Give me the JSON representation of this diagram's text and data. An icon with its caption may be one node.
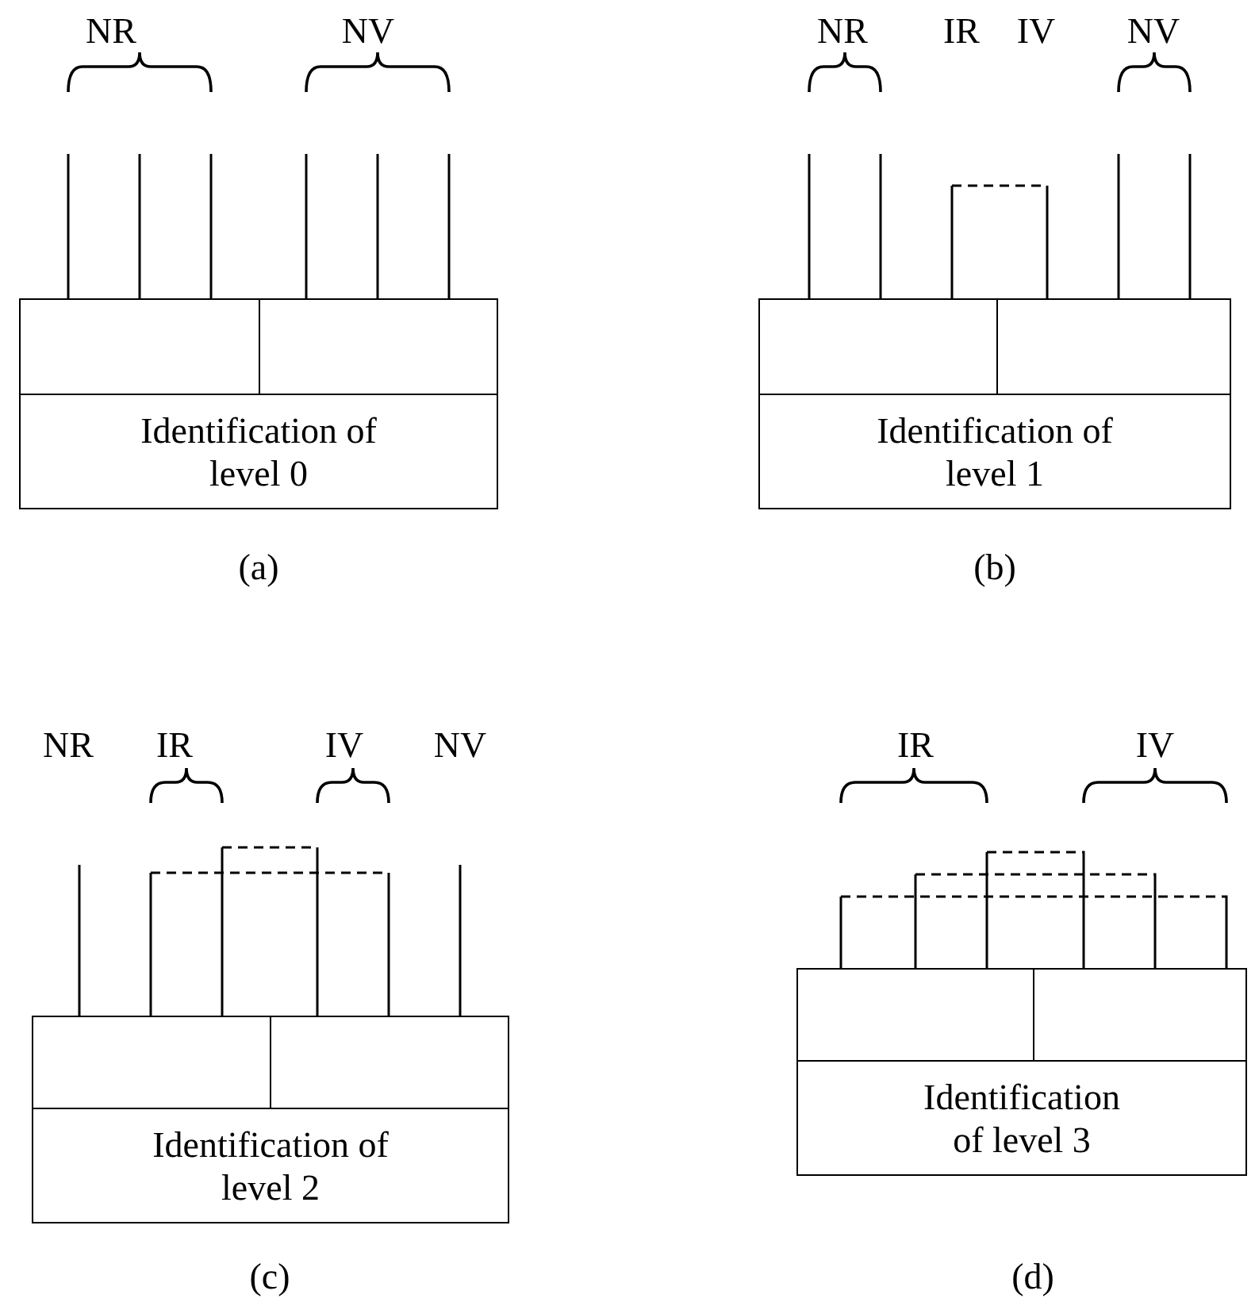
{
  "diagram": {
    "nodes": [
      {
        "text": [],
        "shape": "box"
      },
      {
        "text": [],
        "shape": "box"
      },
      {
        "text": [
          "Identification of level 0"
        ]
      },
      {
        "text": [],
        "shape": "box"
      },
      {
        "text": [],
        "shape": "box"
      },
      {
        "text": [
          "Identification of level 1"
        ]
      },
      {
        "text": [],
        "shape": "box"
      },
      {
        "text": [],
        "shape": "box"
      },
      {
        "text": [
          "Identification of level 2"
        ]
      },
      {
        "text": [],
        "shape": "box"
      },
      {
        "text": [],
        "shape": "box"
      },
      {
        "text": [
          "Identification of level 3"
        ]
      }
    ],
    "edges": [
      {
        "from": 3,
        "to": 4,
        "arrow": "none",
        "style": "dashed"
      },
      {
        "from": 6,
        "to": 7,
        "arrow": "none",
        "style": "dashed"
      },
      {
        "from": 6,
        "to": 7,
        "arrow": "none",
        "style": "dashed"
      },
      {
        "from": 9,
        "to": 10,
        "arrow": "none",
        "style": "dashed"
      },
      {
        "from": 9,
        "to": 10,
        "arrow": "none",
        "style": "dashed"
      },
      {
        "from": 9,
        "to": 10,
        "arrow": "none",
        "style": "dashed"
      }
    ],
    "labels": [
      "NR",
      "NV",
      "NR",
      "IR",
      "IV",
      "NV",
      "(a)",
      "(b)",
      "NR",
      "IR",
      "IV",
      "NV",
      "IR",
      "IV",
      "(c)",
      "(d)"
    ]
  }
}
